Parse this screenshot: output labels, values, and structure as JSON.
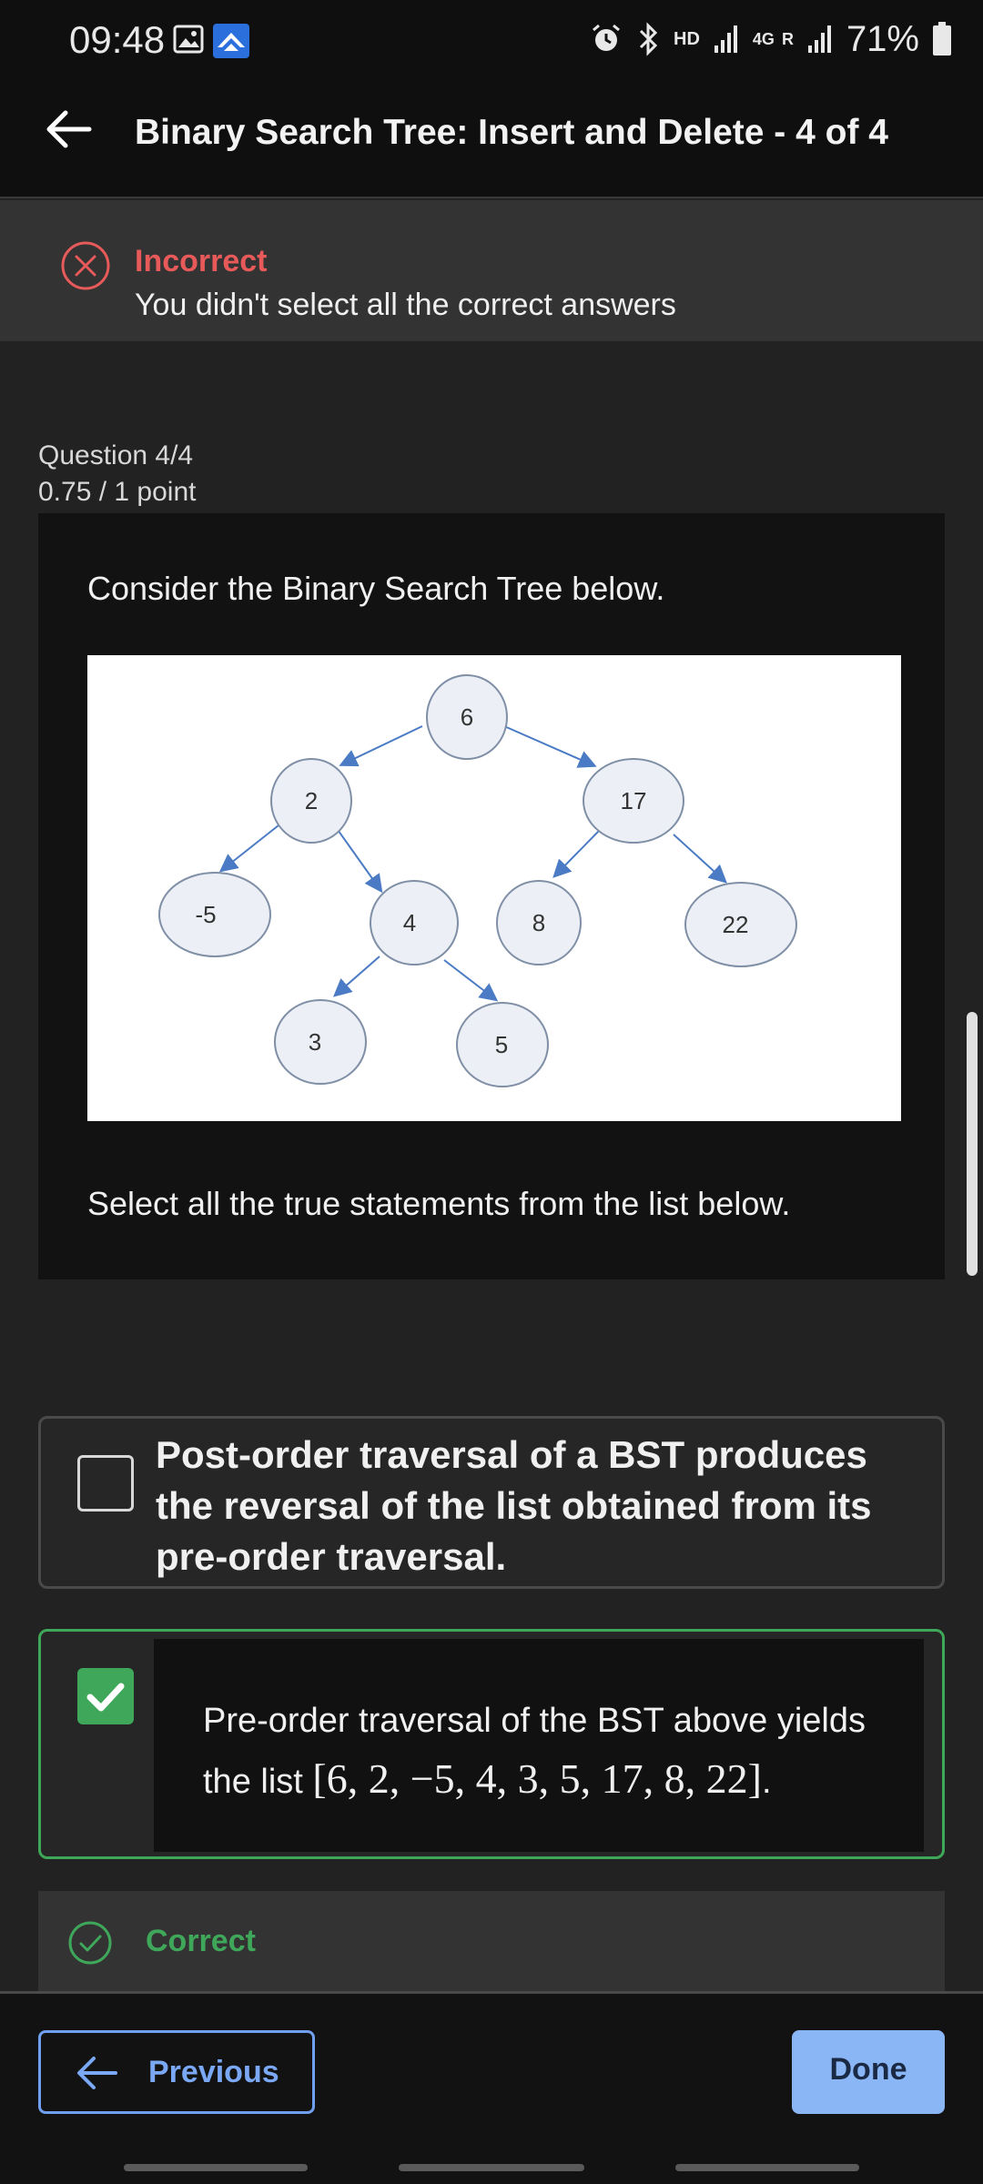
{
  "status_bar": {
    "time": "09:48",
    "battery": "71%",
    "network_hd": "HD",
    "network_4g": "4G",
    "network_r": "R",
    "icons": [
      "gallery-icon",
      "app-notification-icon",
      "alarm-icon",
      "bluetooth-icon",
      "signal-icon",
      "battery-icon"
    ]
  },
  "header": {
    "title": "Binary Search Tree: Insert and Delete - 4 of 4"
  },
  "feedback": {
    "status": "Incorrect",
    "message": "You didn't select all the correct answers",
    "status_color": "#e85a5a"
  },
  "question": {
    "number": "Question 4/4",
    "points": "0.75 / 1 point",
    "prompt": "Consider the Binary Search Tree below.",
    "instruction": "Select all the true statements from the list below.",
    "tree_nodes": [
      "6",
      "2",
      "17",
      "-5",
      "4",
      "8",
      "22",
      "3",
      "5"
    ]
  },
  "options": [
    {
      "text": "Post-order traversal of a BST produces the reversal of the list obtained from its pre-order traversal.",
      "checked": false
    },
    {
      "text_prefix": "Pre-order traversal of the BST above yields the list ",
      "math": "[6, 2, −5, 4, 3, 5, 17, 8, 22]",
      "text_suffix": ".",
      "checked": true,
      "result": "Correct"
    }
  ],
  "footer": {
    "previous_label": "Previous",
    "done_label": "Done"
  },
  "colors": {
    "accent_blue": "#7aa8f4",
    "correct_green": "#3fa75a",
    "background": "#222222"
  }
}
